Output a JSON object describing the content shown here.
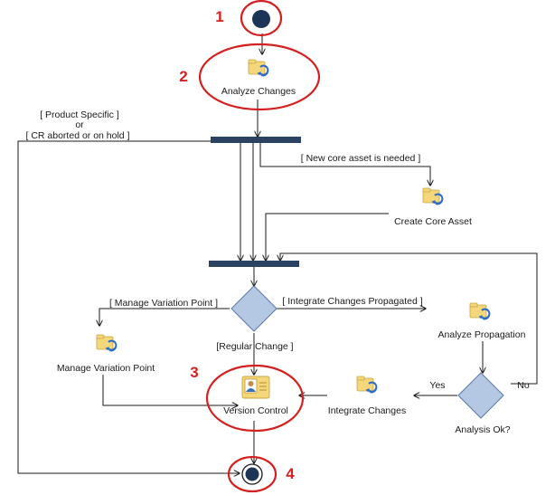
{
  "callouts": [
    "1",
    "2",
    "3",
    "4"
  ],
  "nodes": {
    "analyze_changes": "Analyze Changes",
    "create_core_asset": "Create Core Asset",
    "analyze_propagation": "Analyze Propagation",
    "manage_variation_point": "Manage Variation Point",
    "version_control": "Version Control",
    "integrate_changes": "Integrate Changes",
    "analysis_ok": "Analysis Ok?"
  },
  "guards": {
    "product_specific_1": "[ Product Specific ]",
    "product_specific_2": "or",
    "product_specific_3": "[ CR aborted or on hold ]",
    "new_core_asset": "[ New core asset is needed ]",
    "manage_variation_point": "[ Manage Variation Point ]",
    "integrate_propagated": "[ Integrate Changes Propagated ]",
    "regular_change": "[Regular Change ]",
    "yes": "Yes",
    "no": "No"
  },
  "colors": {
    "callout": "#d42020",
    "bar": "#2b4262",
    "decision_fill": "#b5c8e3",
    "decision_stroke": "#5b7aa6",
    "initial_node": "#1c3557",
    "edge": "#1a1a1a",
    "icon_folder": "#f3d77a",
    "icon_arrows": "#2d6bc8"
  },
  "icons": [
    "activity-icon",
    "version-control-icon"
  ]
}
